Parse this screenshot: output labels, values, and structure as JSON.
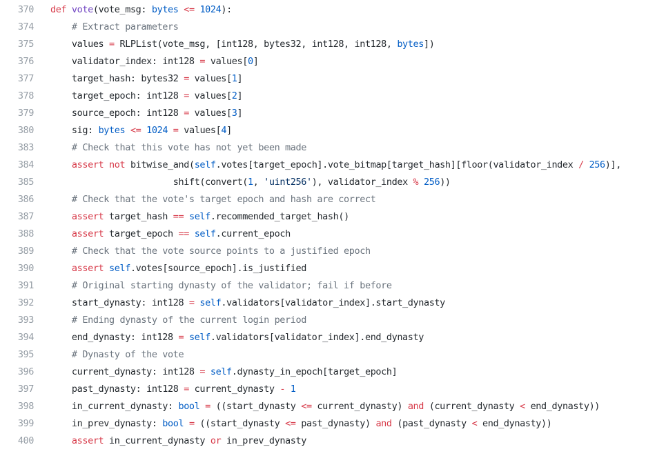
{
  "colors": {
    "line_number": "#959da5",
    "text": "#24292e",
    "keyword": "#d73a49",
    "function": "#6f42c1",
    "builtin": "#005cc5",
    "number": "#005cc5",
    "string": "#032f62",
    "comment": "#6a737d",
    "operator": "#d73a49",
    "background": "#ffffff"
  },
  "lines": [
    {
      "n": "370",
      "tokens": [
        [
          "kw",
          "def"
        ],
        [
          "pl",
          " "
        ],
        [
          "fn",
          "vote"
        ],
        [
          "pl",
          "(vote_msg: "
        ],
        [
          "bi",
          "bytes"
        ],
        [
          "pl",
          " "
        ],
        [
          "op",
          "<="
        ],
        [
          "pl",
          " "
        ],
        [
          "num",
          "1024"
        ],
        [
          "pl",
          "):"
        ]
      ]
    },
    {
      "n": "374",
      "tokens": [
        [
          "pl",
          "    "
        ],
        [
          "com",
          "# Extract parameters"
        ]
      ]
    },
    {
      "n": "375",
      "tokens": [
        [
          "pl",
          "    values "
        ],
        [
          "op",
          "="
        ],
        [
          "pl",
          " RLPList(vote_msg, [int128, bytes32, int128, int128, "
        ],
        [
          "bi",
          "bytes"
        ],
        [
          "pl",
          "])"
        ]
      ]
    },
    {
      "n": "376",
      "tokens": [
        [
          "pl",
          "    validator_index: int128 "
        ],
        [
          "op",
          "="
        ],
        [
          "pl",
          " values["
        ],
        [
          "num",
          "0"
        ],
        [
          "pl",
          "]"
        ]
      ]
    },
    {
      "n": "377",
      "tokens": [
        [
          "pl",
          "    target_hash: bytes32 "
        ],
        [
          "op",
          "="
        ],
        [
          "pl",
          " values["
        ],
        [
          "num",
          "1"
        ],
        [
          "pl",
          "]"
        ]
      ]
    },
    {
      "n": "378",
      "tokens": [
        [
          "pl",
          "    target_epoch: int128 "
        ],
        [
          "op",
          "="
        ],
        [
          "pl",
          " values["
        ],
        [
          "num",
          "2"
        ],
        [
          "pl",
          "]"
        ]
      ]
    },
    {
      "n": "379",
      "tokens": [
        [
          "pl",
          "    source_epoch: int128 "
        ],
        [
          "op",
          "="
        ],
        [
          "pl",
          " values["
        ],
        [
          "num",
          "3"
        ],
        [
          "pl",
          "]"
        ]
      ]
    },
    {
      "n": "380",
      "tokens": [
        [
          "pl",
          "    sig: "
        ],
        [
          "bi",
          "bytes"
        ],
        [
          "pl",
          " "
        ],
        [
          "op",
          "<="
        ],
        [
          "pl",
          " "
        ],
        [
          "num",
          "1024"
        ],
        [
          "pl",
          " "
        ],
        [
          "op",
          "="
        ],
        [
          "pl",
          " values["
        ],
        [
          "num",
          "4"
        ],
        [
          "pl",
          "]"
        ]
      ]
    },
    {
      "n": "383",
      "tokens": [
        [
          "pl",
          "    "
        ],
        [
          "com",
          "# Check that this vote has not yet been made"
        ]
      ]
    },
    {
      "n": "384",
      "tokens": [
        [
          "pl",
          "    "
        ],
        [
          "kw",
          "assert"
        ],
        [
          "pl",
          " "
        ],
        [
          "kw",
          "not"
        ],
        [
          "pl",
          " bitwise_and("
        ],
        [
          "bi",
          "self"
        ],
        [
          "pl",
          ".votes[target_epoch].vote_bitmap[target_hash][floor(validator_index "
        ],
        [
          "op",
          "/"
        ],
        [
          "pl",
          " "
        ],
        [
          "num",
          "256"
        ],
        [
          "pl",
          ")],"
        ]
      ]
    },
    {
      "n": "385",
      "tokens": [
        [
          "pl",
          "                       shift(convert("
        ],
        [
          "num",
          "1"
        ],
        [
          "pl",
          ", "
        ],
        [
          "str",
          "'uint256'"
        ],
        [
          "pl",
          "), validator_index "
        ],
        [
          "op",
          "%"
        ],
        [
          "pl",
          " "
        ],
        [
          "num",
          "256"
        ],
        [
          "pl",
          "))"
        ]
      ]
    },
    {
      "n": "386",
      "tokens": [
        [
          "pl",
          "    "
        ],
        [
          "com",
          "# Check that the vote's target epoch and hash are correct"
        ]
      ]
    },
    {
      "n": "387",
      "tokens": [
        [
          "pl",
          "    "
        ],
        [
          "kw",
          "assert"
        ],
        [
          "pl",
          " target_hash "
        ],
        [
          "op",
          "=="
        ],
        [
          "pl",
          " "
        ],
        [
          "bi",
          "self"
        ],
        [
          "pl",
          ".recommended_target_hash()"
        ]
      ]
    },
    {
      "n": "388",
      "tokens": [
        [
          "pl",
          "    "
        ],
        [
          "kw",
          "assert"
        ],
        [
          "pl",
          " target_epoch "
        ],
        [
          "op",
          "=="
        ],
        [
          "pl",
          " "
        ],
        [
          "bi",
          "self"
        ],
        [
          "pl",
          ".current_epoch"
        ]
      ]
    },
    {
      "n": "389",
      "tokens": [
        [
          "pl",
          "    "
        ],
        [
          "com",
          "# Check that the vote source points to a justified epoch"
        ]
      ]
    },
    {
      "n": "390",
      "tokens": [
        [
          "pl",
          "    "
        ],
        [
          "kw",
          "assert"
        ],
        [
          "pl",
          " "
        ],
        [
          "bi",
          "self"
        ],
        [
          "pl",
          ".votes[source_epoch].is_justified"
        ]
      ]
    },
    {
      "n": "391",
      "tokens": [
        [
          "pl",
          "    "
        ],
        [
          "com",
          "# Original starting dynasty of the validator; fail if before"
        ]
      ]
    },
    {
      "n": "392",
      "tokens": [
        [
          "pl",
          "    start_dynasty: int128 "
        ],
        [
          "op",
          "="
        ],
        [
          "pl",
          " "
        ],
        [
          "bi",
          "self"
        ],
        [
          "pl",
          ".validators[validator_index].start_dynasty"
        ]
      ]
    },
    {
      "n": "393",
      "tokens": [
        [
          "pl",
          "    "
        ],
        [
          "com",
          "# Ending dynasty of the current login period"
        ]
      ]
    },
    {
      "n": "394",
      "tokens": [
        [
          "pl",
          "    end_dynasty: int128 "
        ],
        [
          "op",
          "="
        ],
        [
          "pl",
          " "
        ],
        [
          "bi",
          "self"
        ],
        [
          "pl",
          ".validators[validator_index].end_dynasty"
        ]
      ]
    },
    {
      "n": "395",
      "tokens": [
        [
          "pl",
          "    "
        ],
        [
          "com",
          "# Dynasty of the vote"
        ]
      ]
    },
    {
      "n": "396",
      "tokens": [
        [
          "pl",
          "    current_dynasty: int128 "
        ],
        [
          "op",
          "="
        ],
        [
          "pl",
          " "
        ],
        [
          "bi",
          "self"
        ],
        [
          "pl",
          ".dynasty_in_epoch[target_epoch]"
        ]
      ]
    },
    {
      "n": "397",
      "tokens": [
        [
          "pl",
          "    past_dynasty: int128 "
        ],
        [
          "op",
          "="
        ],
        [
          "pl",
          " current_dynasty "
        ],
        [
          "op",
          "-"
        ],
        [
          "pl",
          " "
        ],
        [
          "num",
          "1"
        ]
      ]
    },
    {
      "n": "398",
      "tokens": [
        [
          "pl",
          "    in_current_dynasty: "
        ],
        [
          "bi",
          "bool"
        ],
        [
          "pl",
          " "
        ],
        [
          "op",
          "="
        ],
        [
          "pl",
          " ((start_dynasty "
        ],
        [
          "op",
          "<="
        ],
        [
          "pl",
          " current_dynasty) "
        ],
        [
          "kw",
          "and"
        ],
        [
          "pl",
          " (current_dynasty "
        ],
        [
          "op",
          "<"
        ],
        [
          "pl",
          " end_dynasty))"
        ]
      ]
    },
    {
      "n": "399",
      "tokens": [
        [
          "pl",
          "    in_prev_dynasty: "
        ],
        [
          "bi",
          "bool"
        ],
        [
          "pl",
          " "
        ],
        [
          "op",
          "="
        ],
        [
          "pl",
          " ((start_dynasty "
        ],
        [
          "op",
          "<="
        ],
        [
          "pl",
          " past_dynasty) "
        ],
        [
          "kw",
          "and"
        ],
        [
          "pl",
          " (past_dynasty "
        ],
        [
          "op",
          "<"
        ],
        [
          "pl",
          " end_dynasty))"
        ]
      ]
    },
    {
      "n": "400",
      "tokens": [
        [
          "pl",
          "    "
        ],
        [
          "kw",
          "assert"
        ],
        [
          "pl",
          " in_current_dynasty "
        ],
        [
          "kw",
          "or"
        ],
        [
          "pl",
          " in_prev_dynasty"
        ]
      ]
    }
  ]
}
